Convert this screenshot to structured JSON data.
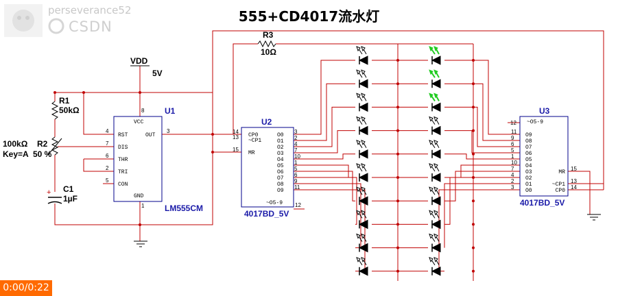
{
  "title": "555+CD4017流水灯",
  "watermark": {
    "name": "perseverance52",
    "brand": "CSDN"
  },
  "timer": "0:00/0:22",
  "supply": {
    "name": "VDD",
    "value": "5V"
  },
  "resistors": {
    "r1": {
      "name": "R1",
      "value": "50kΩ"
    },
    "r2": {
      "name": "R2",
      "value": "100kΩ",
      "key": "Key=A",
      "pos": "50 %"
    },
    "r3": {
      "name": "R3",
      "value": "10Ω"
    }
  },
  "capacitor": {
    "name": "C1",
    "value": "1µF",
    "polarity": "+"
  },
  "u1": {
    "ref": "U1",
    "part": "LM555CM",
    "pins": [
      "RST",
      "DIS",
      "THR",
      "TRI",
      "CON",
      "VCC",
      "GND",
      "OUT"
    ],
    "nums": [
      "4",
      "7",
      "6",
      "2",
      "5",
      "8",
      "1",
      "3"
    ]
  },
  "u2": {
    "ref": "U2",
    "part": "4017BD_5V",
    "left": [
      "CP0",
      "~CP1",
      "MR"
    ],
    "leftnums": [
      "14",
      "13",
      "15"
    ],
    "right": [
      "O0",
      "O1",
      "O2",
      "O3",
      "O4",
      "O5",
      "O6",
      "O7",
      "O8",
      "O9"
    ],
    "rightnums": [
      "3",
      "2",
      "4",
      "7",
      "10",
      "1",
      "5",
      "6",
      "9",
      "11"
    ],
    "bottom": "~O5-9",
    "bottomnum": "12"
  },
  "u3": {
    "ref": "U3",
    "part": "4017BD_5V",
    "top": "~O5-9",
    "topnum": "12",
    "left": [
      "O9",
      "O8",
      "O7",
      "O6",
      "O5",
      "O4",
      "O3",
      "O2",
      "O1",
      "O0"
    ],
    "leftnums": [
      "11",
      "9",
      "6",
      "5",
      "1",
      "10",
      "7",
      "4",
      "2",
      "3"
    ],
    "right": [
      "MR",
      "~CP1",
      "CP0"
    ],
    "rightnums": [
      "15",
      "13",
      "14"
    ]
  },
  "led_count_per_column": 10,
  "lit_leds_column2": 3,
  "colors": {
    "wire": "#c00000",
    "led_off": "#ffffff",
    "led_lit": "#22cc22",
    "chip_label": "#1a1aa8"
  }
}
